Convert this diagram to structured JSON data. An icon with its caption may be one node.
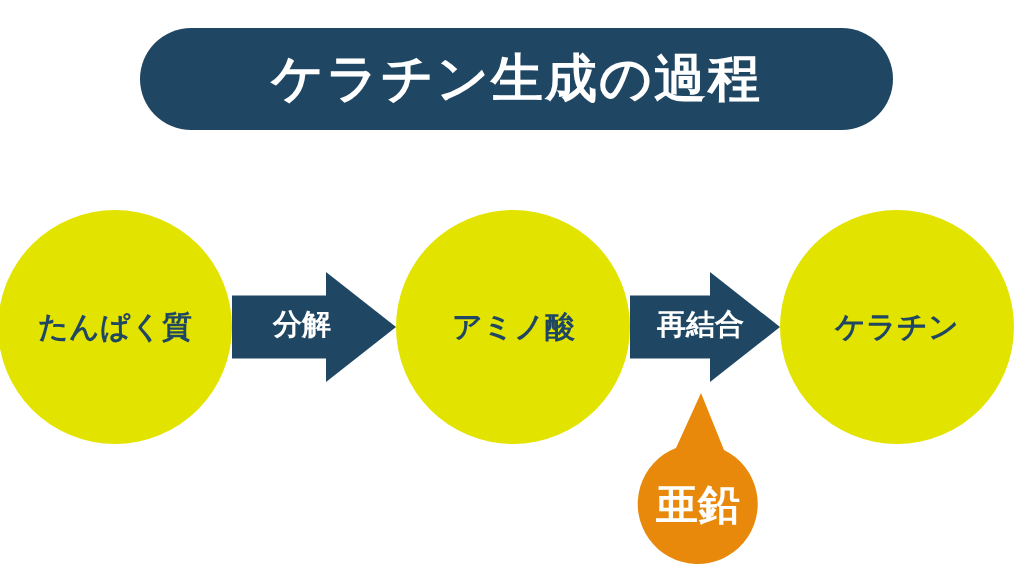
{
  "diagram": {
    "title": "ケラチン生成の過程",
    "nodes": [
      {
        "text": [
          "たんぱく質"
        ]
      },
      {
        "text": [
          "アミノ酸"
        ]
      },
      {
        "text": [
          "ケラチン"
        ]
      },
      {
        "text": [
          "亜鉛"
        ]
      }
    ],
    "edges": [
      {
        "from": 0,
        "to": 1,
        "arrow": "to",
        "label": "分解"
      },
      {
        "from": 1,
        "to": 2,
        "arrow": "to",
        "label": "再結合"
      }
    ]
  }
}
